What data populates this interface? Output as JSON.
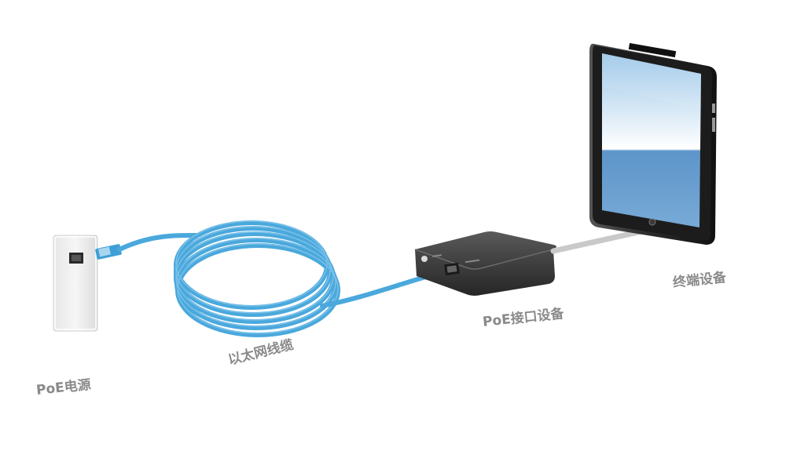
{
  "labels": {
    "poe_source": "PoE电源",
    "ethernet_cable": "以太网线缆",
    "poe_interface_device": "PoE接口设备",
    "terminal_device": "终端设备"
  },
  "colors": {
    "cable": "#4aa8dc",
    "cable_dark": "#2f8fc8",
    "device_body": "#3e3e3e",
    "label_text": "#8a8a8a"
  }
}
